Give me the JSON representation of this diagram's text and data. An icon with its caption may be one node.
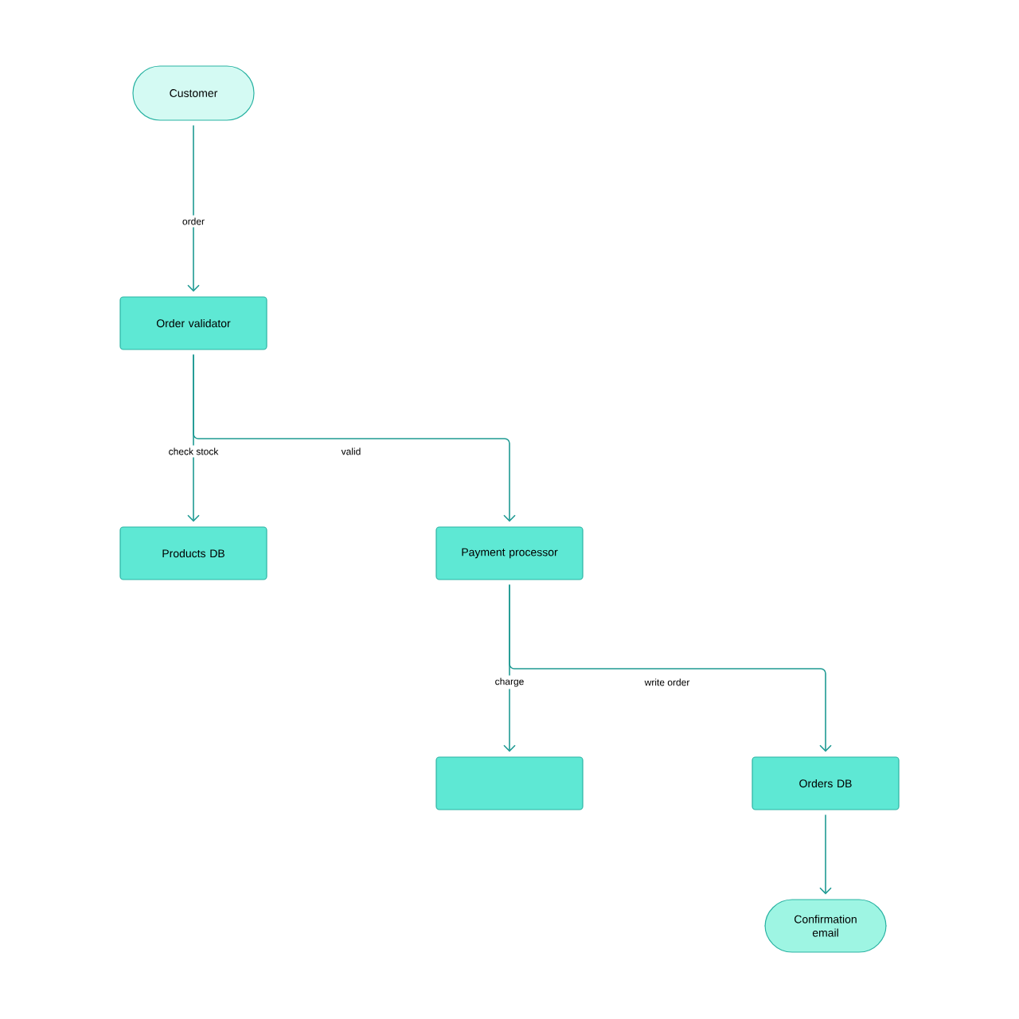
{
  "diagram": {
    "nodes": [
      {
        "text": [
          "Customer"
        ]
      },
      {
        "text": [
          "Order validator"
        ]
      },
      {
        "text": [
          "Products DB"
        ]
      },
      {
        "text": [
          "Payment processor"
        ]
      },
      {
        "text": [],
        "shape": "box"
      },
      {
        "text": [
          "Orders DB"
        ]
      },
      {
        "text": [
          "Confirmation email"
        ]
      }
    ],
    "edges": [
      {
        "from": 0,
        "to": 1,
        "arrow": "to",
        "label": "order"
      },
      {
        "from": 1,
        "to": 2,
        "arrow": "to",
        "label": "check stock"
      },
      {
        "from": 1,
        "to": 3,
        "arrow": "to",
        "label": "valid"
      },
      {
        "from": 3,
        "to": 4,
        "arrow": "to",
        "label": "charge"
      },
      {
        "from": 3,
        "to": 5,
        "arrow": "to",
        "label": "write order"
      },
      {
        "from": 5,
        "to": 6,
        "arrow": "to"
      }
    ]
  }
}
